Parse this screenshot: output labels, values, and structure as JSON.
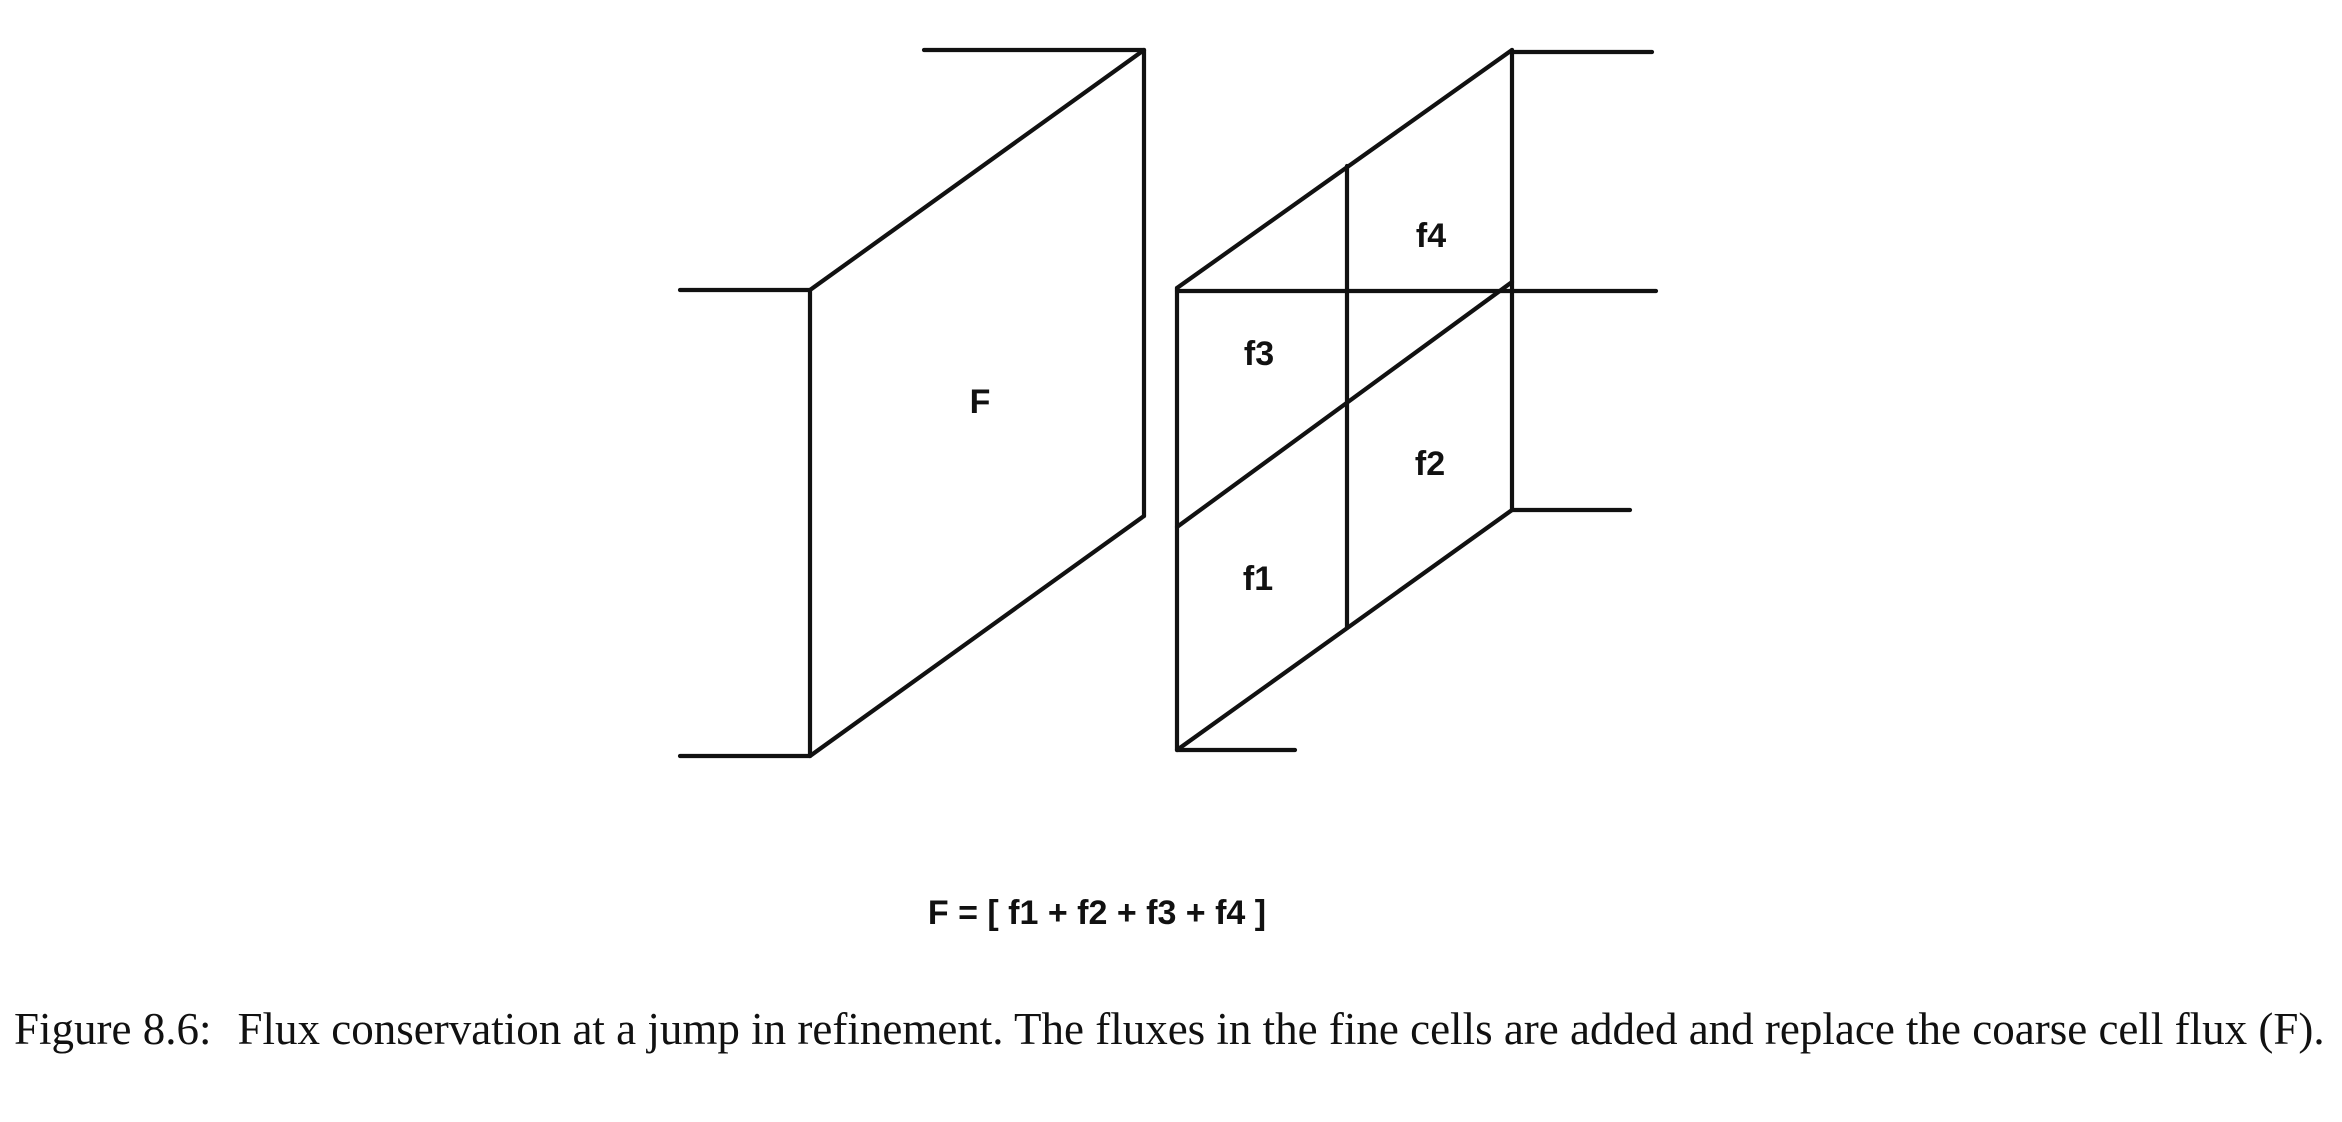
{
  "diagram": {
    "coarse_label": "F",
    "fine_labels": {
      "f1": "f1",
      "f2": "f2",
      "f3": "f3",
      "f4": "f4"
    },
    "equation": "F = [ f1 + f2 + f3 + f4 ]"
  },
  "caption": {
    "label": "Figure 8.6:",
    "text": "Flux conservation at a jump in refinement. The fluxes in the fine cells are added and replace the coarse cell flux (F)."
  }
}
